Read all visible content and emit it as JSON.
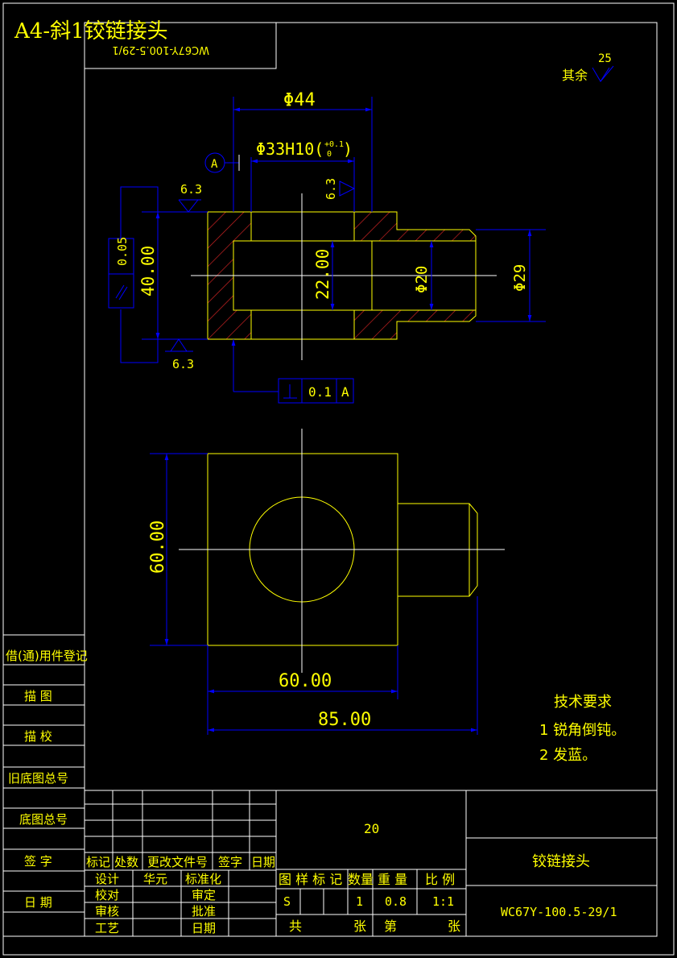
{
  "sheet": {
    "title": "A4-斜1铰链接头",
    "mirror_code": "WC67Y-100.5-29/1"
  },
  "roughness": {
    "rest_label": "其余",
    "rest_value": "25",
    "face_top": "6.3",
    "bore": "6.3",
    "face_bottom": "6.3"
  },
  "dims": {
    "d44": "Φ44",
    "d33": "Φ33H10(",
    "d33_tol_upper": "+0.1",
    "d33_tol_lower": "0",
    "d33_close": ")",
    "h40": "40.00",
    "h22": "22.00",
    "d20": "Φ20",
    "d29": "Φ29",
    "w60v": "60.00",
    "w60h": "60.00",
    "w85": "85.00"
  },
  "datum": {
    "label": "A"
  },
  "tolerances": {
    "parallel_value": "0.05",
    "perp_value": "0.1",
    "perp_datum": "A"
  },
  "tech": {
    "heading": "技术要求",
    "items": [
      "1 锐角倒钝。",
      "2 发蓝。"
    ]
  },
  "side_table": [
    "借(通)用件登记",
    "描 图",
    "描 校",
    "旧底图总号",
    "底图总号",
    "签 字",
    "日 期"
  ],
  "title_block": {
    "material": "20",
    "part_name": "铰链接头",
    "drawing_no": "WC67Y-100.5-29/1",
    "rev_headers": [
      "标记",
      "处数",
      "更改文件号",
      "签字",
      "日期"
    ],
    "roles_left": [
      "设计",
      "校对",
      "审核",
      "工艺"
    ],
    "designer": "华元",
    "roles_right": [
      "标准化",
      "审定",
      "批准",
      "日期"
    ],
    "info_headers": [
      "图 样 标 记",
      "数量",
      "重 量",
      "比 例"
    ],
    "info_values": [
      "S",
      "1",
      "0.8",
      "1:1"
    ],
    "sheet_labels": [
      "共",
      "张",
      "第",
      "张"
    ]
  }
}
